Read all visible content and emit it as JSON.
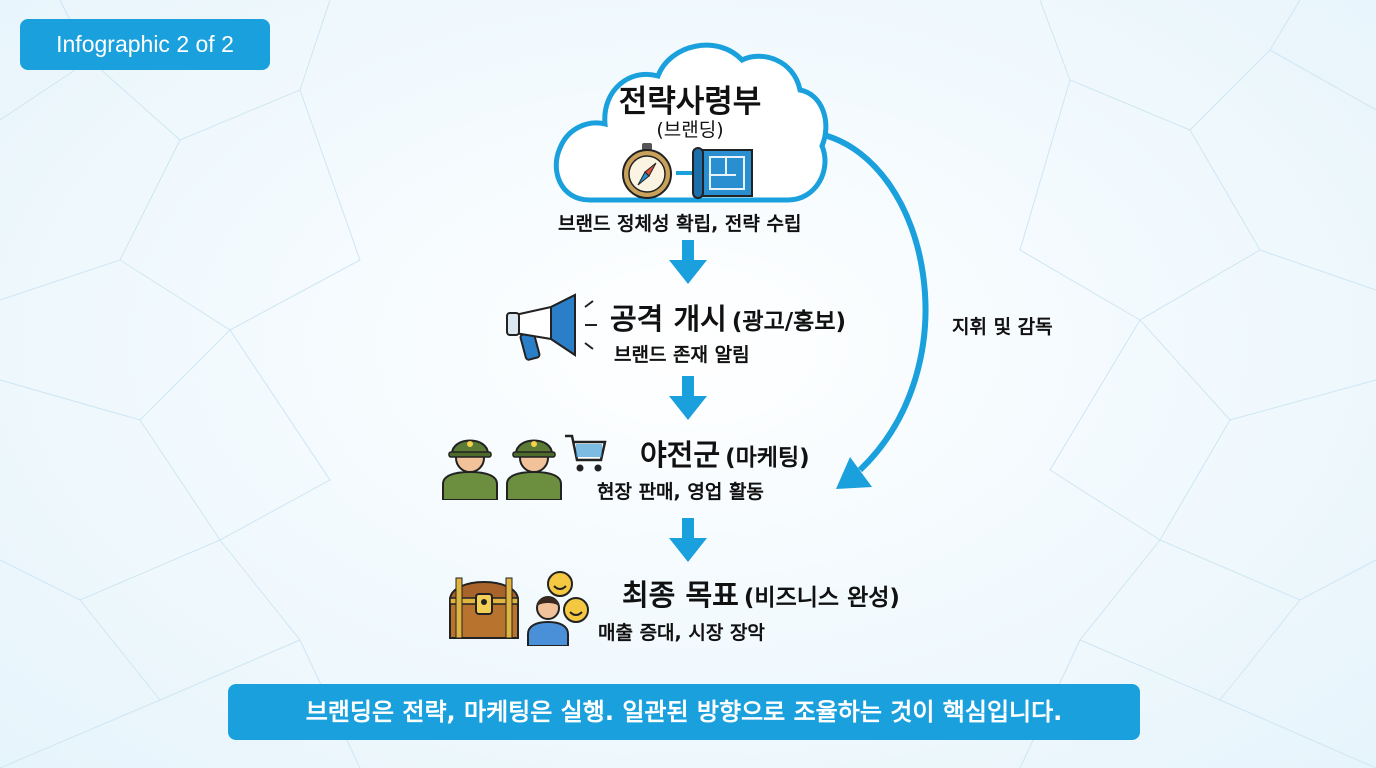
{
  "badge": "Infographic 2 of 2",
  "top": {
    "title": "전략사령부",
    "subtitle": "(브랜딩)",
    "desc": "브랜드 정체성 확립, 전략 수립"
  },
  "step2": {
    "title": "공격 개시",
    "paren": "(광고/홍보)",
    "desc": "브랜드 존재 알림"
  },
  "step3": {
    "title": "야전군",
    "paren": "(마케팅)",
    "desc": "현장 판매, 영업 활동"
  },
  "step4": {
    "title": "최종 목표",
    "paren": "(비즈니스 완성)",
    "desc": "매출 증대, 시장 장악"
  },
  "side_label": "지휘 및 감독",
  "footer": "브랜딩은 전략, 마케팅은 실행. 일관된 방향으로 조율하는 것이 핵심입니다.",
  "colors": {
    "accent": "#1aa0dc",
    "arrow": "#1aa0dc"
  },
  "icons": [
    "compass-icon",
    "blueprint-icon",
    "megaphone-icon",
    "soldier-icon",
    "soldier-icon",
    "shopping-cart-icon",
    "treasure-chest-icon",
    "happy-customers-icon"
  ]
}
